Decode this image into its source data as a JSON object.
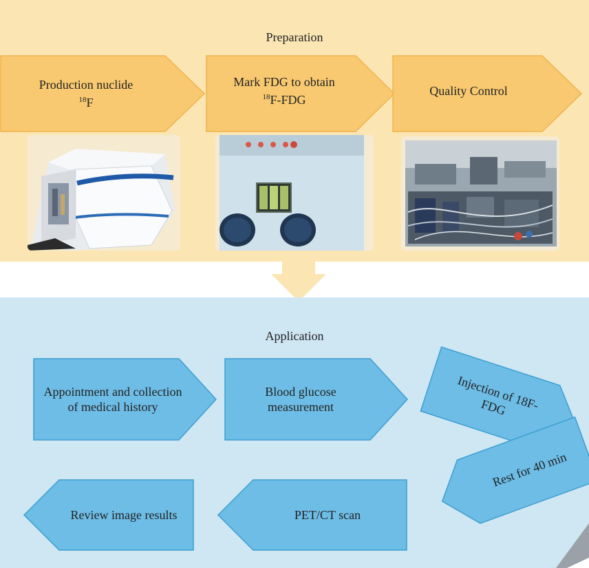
{
  "colors": {
    "prep_bg": "#fbe6b3",
    "prep_arrow": "#f8c970",
    "prep_arrow_stroke": "#f2b24d",
    "app_bg": "#cfe6f3",
    "app_arrow": "#6dbde6",
    "app_arrow_stroke": "#3d9fd0",
    "down_arrow": "#fbe6b3"
  },
  "preparation": {
    "title": "Preparation",
    "steps": [
      {
        "line1": "Production nuclide",
        "sup": "18",
        "line2": "F"
      },
      {
        "line1": "Mark FDG to obtain",
        "sup": "18",
        "line2": "F-FDG"
      },
      {
        "line1": "Quality Control",
        "sup": "",
        "line2": ""
      }
    ],
    "photos": [
      "cyclotron-photo",
      "synthesis-module-photo",
      "quality-control-lab-photo"
    ]
  },
  "application": {
    "title": "Application",
    "steps": [
      "Appointment and collection of medical history",
      "Blood glucose measurement",
      "Injection of 18F-FDG",
      "Rest for 40 min",
      "PET/CT scan",
      "Review image results"
    ]
  }
}
